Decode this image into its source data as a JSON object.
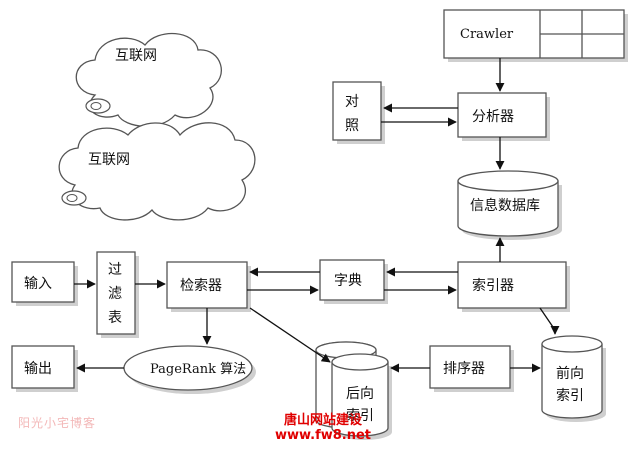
{
  "labels": {
    "internet_1": "互联网",
    "internet_2": "互联网",
    "crawler": "Crawler",
    "compare_1": "对",
    "compare_2": "照",
    "analyzer": "分析器",
    "info_db": "信息数据库",
    "input": "输入",
    "filter_1": "过",
    "filter_2": "滤",
    "filter_3": "表",
    "searcher": "检索器",
    "dictionary": "字典",
    "indexer": "索引器",
    "output": "输出",
    "pagerank": "PageRank 算法",
    "sorter": "排序器",
    "inverted_1": "后向",
    "inverted_2": "索引",
    "forward_1": "前向",
    "forward_2": "索引"
  },
  "watermarks": {
    "left": "阳光小宅博客",
    "center_1": "唐山网站建设",
    "center_2": "www.fw8.net"
  },
  "colors": {
    "line": "#111111",
    "border": "#555555",
    "shadow": "#cfcfcf",
    "watermark_red": "#e00000",
    "watermark_pink": "#f3b8b8"
  }
}
